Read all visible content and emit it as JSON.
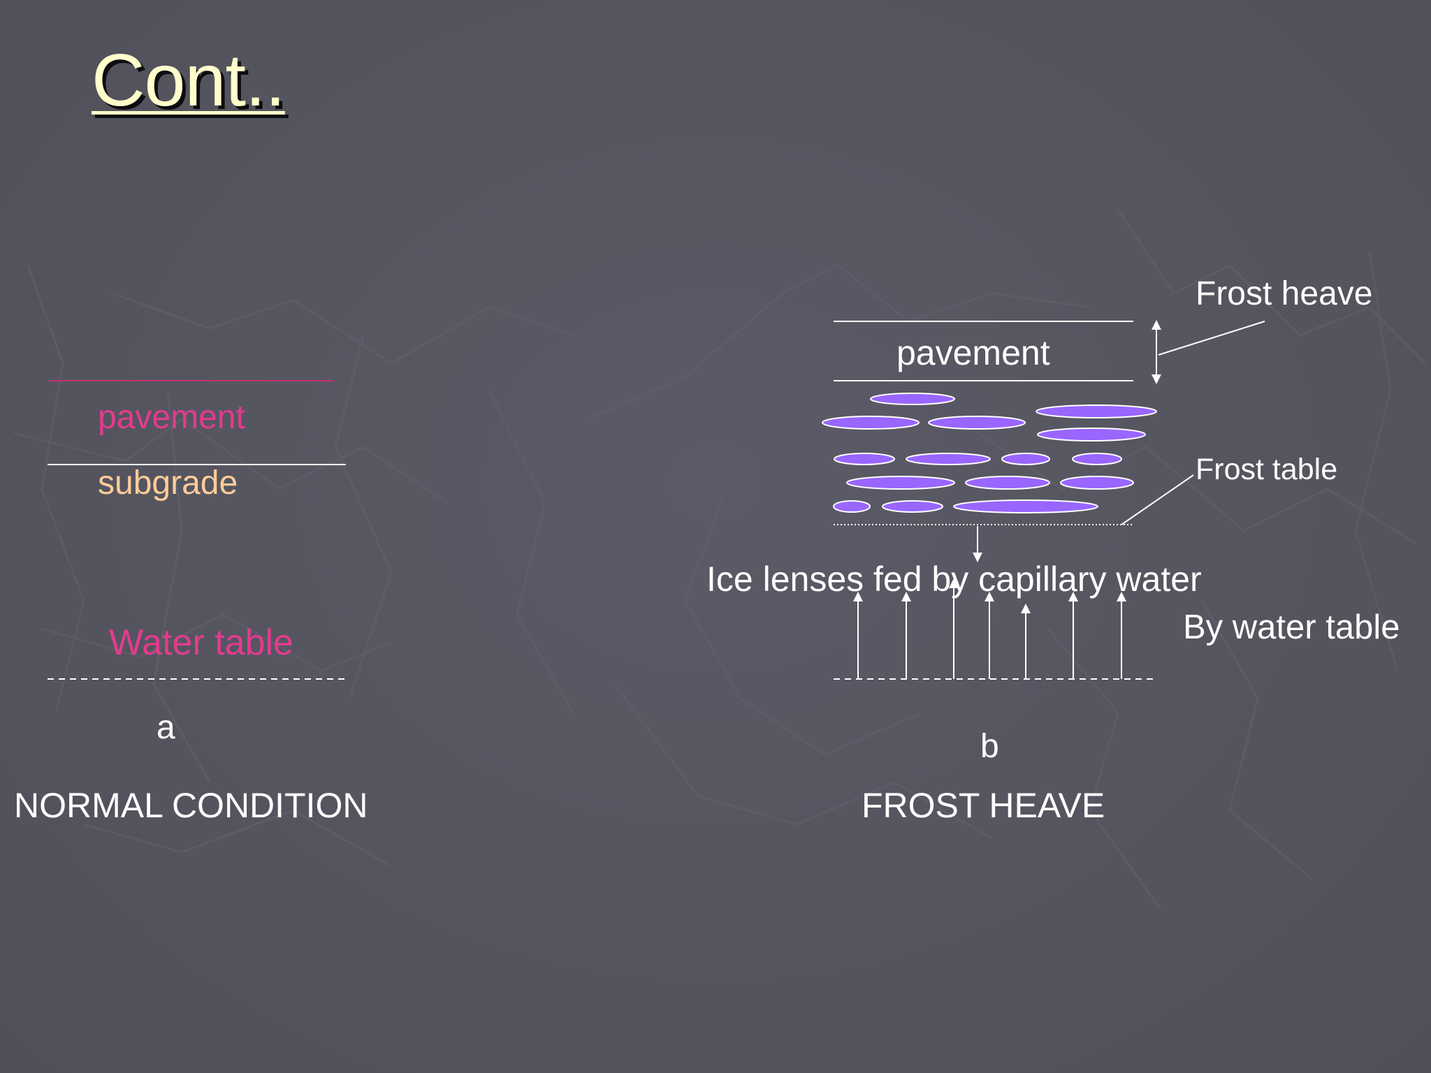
{
  "slide": {
    "title": "Cont..",
    "colors": {
      "background": "#55555f",
      "title": "#ffffcc",
      "pink_label": "#e33b8e",
      "peach_label": "#ffcc99",
      "white_label": "#ffffff",
      "ice_lens_fill": "#9966ff"
    }
  },
  "normal_condition": {
    "pavement_label": "pavement",
    "subgrade_label": "subgrade",
    "water_table_label": "Water table",
    "letter": "a",
    "caption": "NORMAL CONDITION"
  },
  "frost_heave": {
    "pavement_label": "pavement",
    "frost_heave_label": "Frost heave",
    "frost_table_label": "Frost table",
    "ice_lenses_label": "Ice lenses fed by capillary water",
    "water_table_label": "By water table",
    "letter": "b",
    "caption": "FROST HEAVE"
  }
}
